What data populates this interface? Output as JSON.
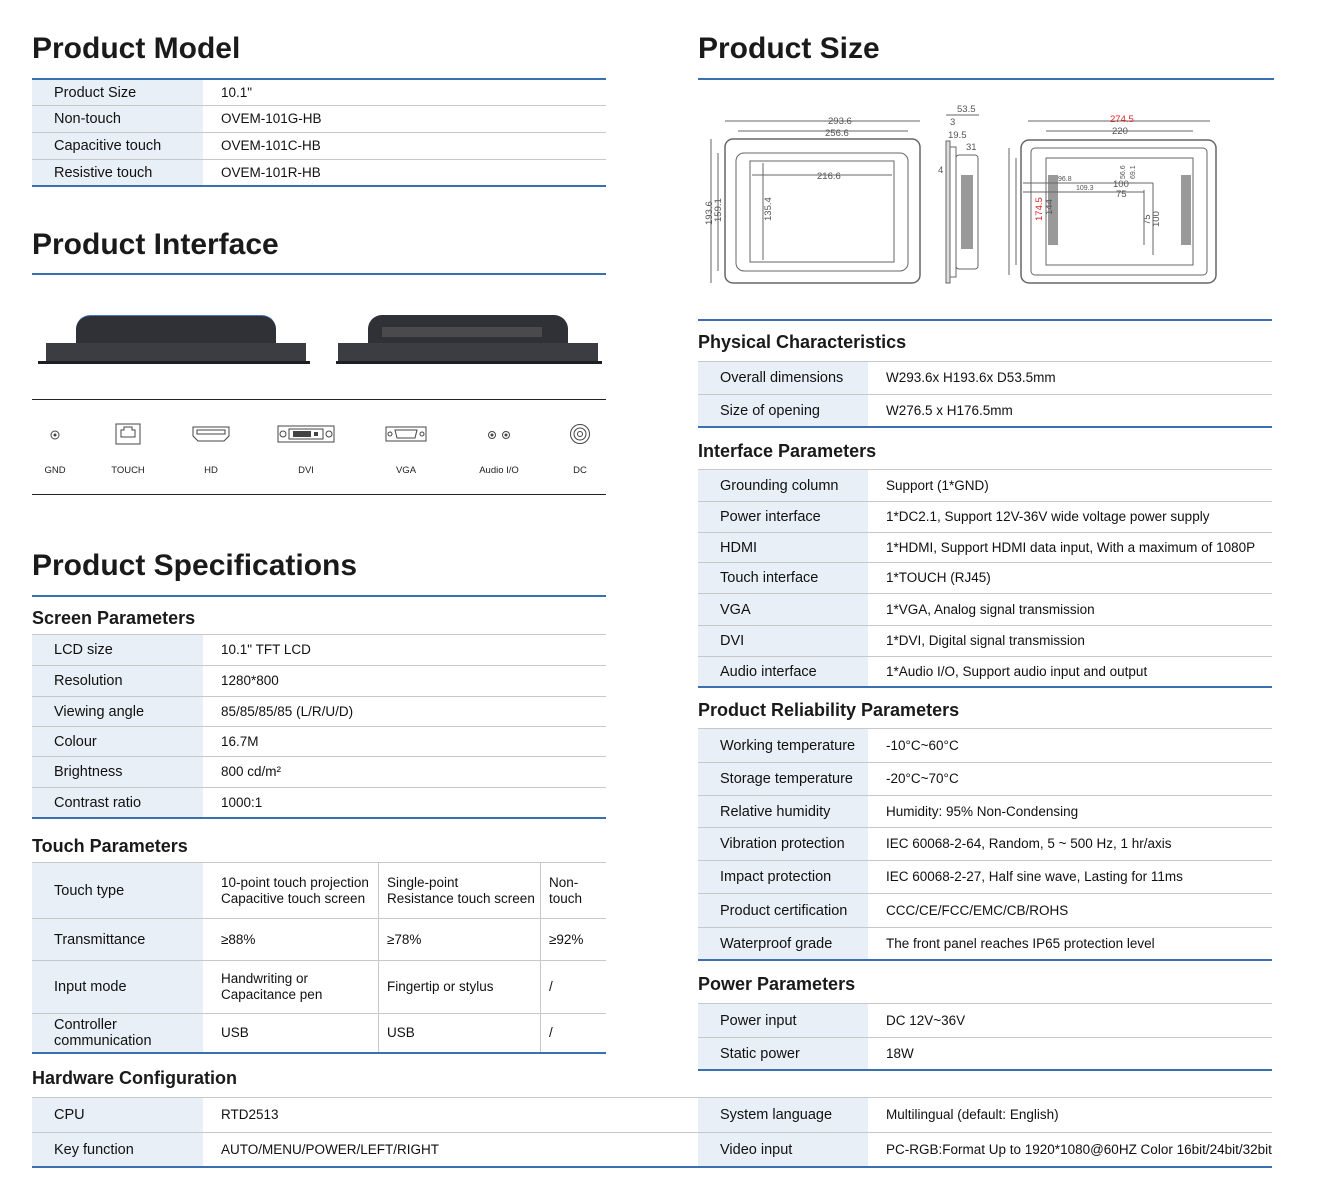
{
  "left": {
    "model": {
      "title": "Product Model",
      "rows": [
        [
          "Product Size",
          "10.1\""
        ],
        [
          "Non-touch",
          "OVEM-101G-HB"
        ],
        [
          "Capacitive touch",
          "OVEM-101C-HB"
        ],
        [
          "Resistive touch",
          "OVEM-101R-HB"
        ]
      ]
    },
    "interface": {
      "title": "Product Interface",
      "ports": [
        {
          "icon": "gnd-port-icon",
          "label": "GND"
        },
        {
          "icon": "rj45-port-icon",
          "label": "TOUCH"
        },
        {
          "icon": "hdmi-port-icon",
          "label": "HD"
        },
        {
          "icon": "dvi-port-icon",
          "label": "DVI"
        },
        {
          "icon": "vga-port-icon",
          "label": "VGA"
        },
        {
          "icon": "audio-port-icon",
          "label": "Audio I/O"
        },
        {
          "icon": "dc-port-icon",
          "label": "DC"
        }
      ]
    },
    "specs": {
      "title": "Product Specifications",
      "screen": {
        "title": "Screen Parameters",
        "rows": [
          [
            "LCD size",
            "10.1\" TFT LCD"
          ],
          [
            "Resolution",
            "1280*800"
          ],
          [
            "Viewing angle",
            "85/85/85/85 (L/R/U/D)"
          ],
          [
            "Colour",
            "16.7M"
          ],
          [
            "Brightness",
            "800 cd/m²"
          ],
          [
            "Contrast ratio",
            "1000:1"
          ]
        ]
      },
      "touch": {
        "title": "Touch Parameters",
        "rows": [
          [
            "Touch type",
            "10-point touch projection\nCapacitive touch screen",
            "Single-point\nResistance touch screen",
            "Non-touch"
          ],
          [
            "Transmittance",
            "≥88%",
            "≥78%",
            "≥92%"
          ],
          [
            "Input mode",
            "Handwriting or\nCapacitance pen",
            "Fingertip or stylus",
            "/"
          ],
          [
            "Controller communication",
            "USB",
            "USB",
            "/"
          ]
        ]
      },
      "hardware": {
        "title": "Hardware Configuration",
        "rows": [
          [
            "CPU",
            "RTD2513",
            "System language",
            "Multilingual (default: English)"
          ],
          [
            "Key function",
            "AUTO/MENU/POWER/LEFT/RIGHT",
            "Video input",
            "PC-RGB:Format Up to 1920*1080@60HZ  Color 16bit/24bit/32bit"
          ]
        ]
      }
    }
  },
  "right": {
    "size": {
      "title": "Product Size",
      "dims": {
        "w_outer": "293.6",
        "w_bezel": "256.6",
        "w_screen": "216.6",
        "h_outer": "193.6",
        "h_bezel": "159.1",
        "h_screen": "135.4",
        "depth": "53.5",
        "d3": "3",
        "d19": "19.5",
        "d31": "31",
        "d4": "4",
        "back_w": "274.5",
        "back_w2": "220",
        "back_h": "174.5",
        "back_h2": "144",
        "vesa100": "100",
        "vesa75": "75",
        "vesa_h75": "75",
        "vesa_h100": "100",
        "c96": "96.8",
        "c109": "109.3",
        "c56": "56.6",
        "c69": "69.1"
      }
    },
    "physical": {
      "title": "Physical Characteristics",
      "rows": [
        [
          "Overall dimensions",
          "W293.6x H193.6x D53.5mm"
        ],
        [
          "Size of opening",
          "W276.5 x H176.5mm"
        ]
      ]
    },
    "iface": {
      "title": "Interface Parameters",
      "rows": [
        [
          "Grounding column",
          "Support (1*GND)"
        ],
        [
          "Power interface",
          "1*DC2.1, Support 12V-36V wide voltage power supply"
        ],
        [
          "HDMI",
          "1*HDMI, Support HDMI data input, With a maximum of 1080P"
        ],
        [
          "Touch interface",
          "1*TOUCH (RJ45)"
        ],
        [
          "VGA",
          "1*VGA, Analog signal transmission"
        ],
        [
          "DVI",
          "1*DVI, Digital signal transmission"
        ],
        [
          "Audio interface",
          "1*Audio I/O, Support audio input and output"
        ]
      ]
    },
    "reliability": {
      "title": "Product Reliability Parameters",
      "rows": [
        [
          "Working temperature",
          "-10°C~60°C"
        ],
        [
          "Storage temperature",
          "-20°C~70°C"
        ],
        [
          "Relative humidity",
          "Humidity: 95% Non-Condensing"
        ],
        [
          "Vibration protection",
          "IEC 60068-2-64, Random, 5 ~ 500 Hz, 1 hr/axis"
        ],
        [
          "Impact protection",
          "IEC 60068-2-27, Half sine wave, Lasting for 11ms"
        ],
        [
          "Product certification",
          "CCC/CE/FCC/EMC/CB/ROHS"
        ],
        [
          "Waterproof grade",
          "The front panel reaches IP65 protection level"
        ]
      ]
    },
    "power": {
      "title": "Power Parameters",
      "rows": [
        [
          "Power input",
          "DC 12V~36V"
        ],
        [
          "Static power",
          "18W"
        ]
      ]
    }
  },
  "colors": {
    "accent": "#3a6fb0",
    "label_bg": "#e9eff7",
    "highlight_dim": "#e02020"
  }
}
